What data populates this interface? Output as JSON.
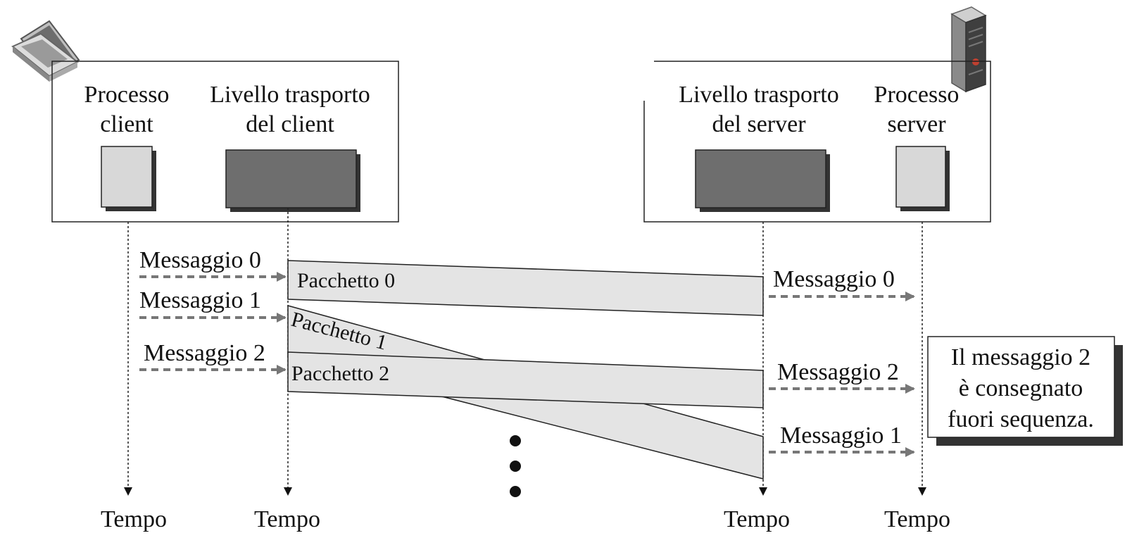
{
  "client": {
    "process_label": [
      "Processo",
      "client"
    ],
    "transport_label": [
      "Livello trasporto",
      "del client"
    ]
  },
  "server": {
    "transport_label": [
      "Livello trasporto",
      "del server"
    ],
    "process_label": [
      "Processo",
      "server"
    ]
  },
  "timeline_label": "Tempo",
  "client_messages": [
    "Messaggio 0",
    "Messaggio 1",
    "Messaggio 2"
  ],
  "packets": [
    "Pacchetto 0",
    "Pacchetto 1",
    "Pacchetto 2"
  ],
  "server_messages": [
    "Messaggio 0",
    "Messaggio 2",
    "Messaggio 1"
  ],
  "note": [
    "Il messaggio 2",
    "è consegnato",
    "fuori sequenza."
  ],
  "icons": [
    "laptop-icon",
    "server-tower-icon"
  ],
  "colors": {
    "dark_block": "#6e6e6e",
    "light_block": "#d8d8d8",
    "packet_fill": "#e4e4e4",
    "dashed_arrow": "#777777"
  }
}
